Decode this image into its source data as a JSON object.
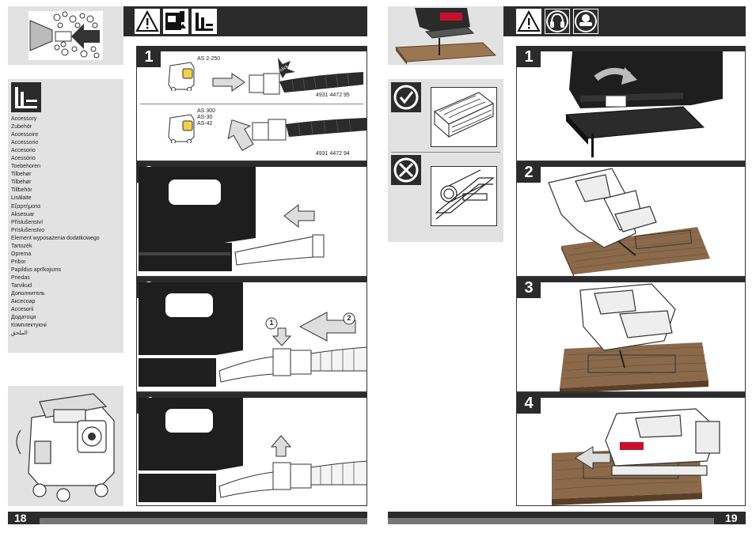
{
  "left_page": {
    "page_number": "18",
    "accessory_label": {
      "words": [
        "Accessory",
        "Zubehör",
        "Accessoire",
        "Accessorio",
        "Accesorio",
        "Acessório",
        "Toebehoren",
        "Tilbehør",
        "Tilbehør",
        "Tillbehör",
        "Lisälaite",
        "Εξαρτήματα",
        "Aksesuar",
        "Příslušenství",
        "Príslušenstvo",
        "Element wyposażenia dodatkowego",
        "Tartozék",
        "Oprema",
        "Pribor",
        "Papildus aprīkojums",
        "Priedas",
        "Tarvikud",
        "Дополнитель",
        "Аксесоар",
        "Accesorii",
        "Додатоци",
        "Комплектуючі",
        "الملحق"
      ]
    },
    "steps": [
      {
        "number": "1",
        "rows": [
          {
            "models": "AS 2-250",
            "part_no": "4931 4472 95",
            "badge": "click"
          },
          {
            "models": "AS 300\nAS-30\nAS-42",
            "part_no": "4931 4472 94"
          }
        ]
      },
      {
        "number": "2"
      },
      {
        "number": "3",
        "callouts": [
          "1",
          "2"
        ]
      },
      {
        "number": "4"
      }
    ],
    "header_icons": [
      "warning-icon",
      "manual-icon",
      "accessory-icon"
    ]
  },
  "right_page": {
    "page_number": "19",
    "header_icons": [
      "warning-icon",
      "ear-protection-icon",
      "eye-protection-icon"
    ],
    "checks": [
      "check-icon",
      "cross-icon"
    ],
    "steps": [
      {
        "number": "1"
      },
      {
        "number": "2"
      },
      {
        "number": "3"
      },
      {
        "number": "4"
      }
    ]
  },
  "colors": {
    "dark": "#2b2b2b",
    "panel": "#e2e2e2",
    "brand_red": "#c8102e",
    "wood": "#8a6a4a"
  }
}
